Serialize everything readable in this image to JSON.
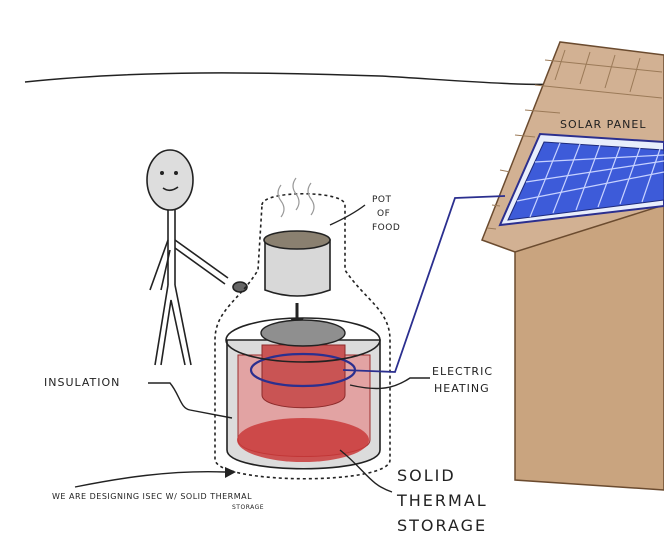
{
  "labels": {
    "solar_panel": "Solar Panel",
    "pot_of_food_1": "Pot",
    "pot_of_food_2": "of",
    "pot_of_food_3": "Food",
    "insulation": "Insulation",
    "electric_heating_1": "Electric",
    "electric_heating_2": "Heating",
    "solid_thermal_storage_1": "Solid",
    "solid_thermal_storage_2": "Thermal",
    "solid_thermal_storage_3": "Storage",
    "caption_1": "We are designing ISEC w/ Solid Thermal",
    "caption_2": "Storage"
  },
  "colors": {
    "ink": "#222222",
    "solar_cell": "#3d5bd9",
    "solar_frame": "#e8eefc",
    "roof": "#d2b193",
    "house": "#c9a47f",
    "heat_red": "#c93a3a",
    "insulation_gray": "#dcdcdc",
    "wire_blue": "#2b2f8f"
  }
}
